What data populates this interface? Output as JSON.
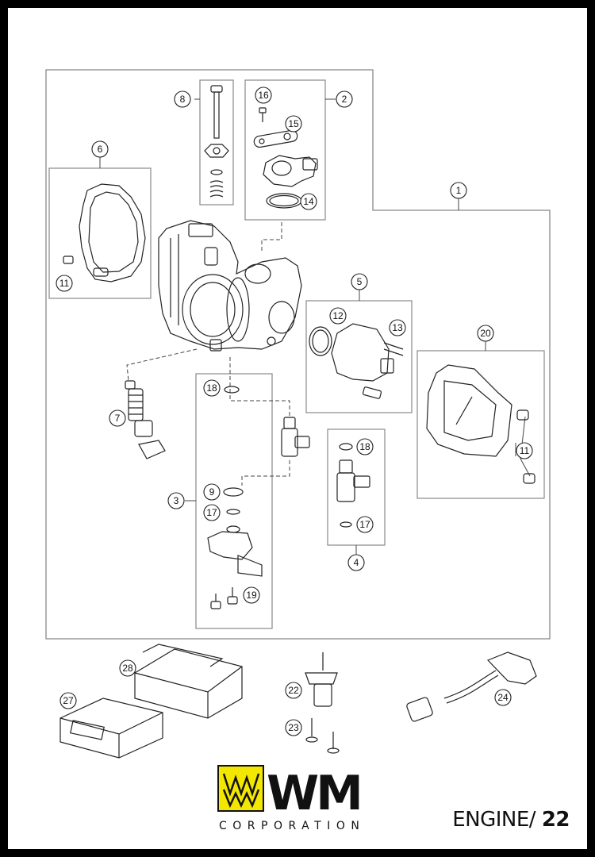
{
  "diagram": {
    "callouts": [
      {
        "id": "1",
        "label": "1"
      },
      {
        "id": "2",
        "label": "2"
      },
      {
        "id": "3",
        "label": "3"
      },
      {
        "id": "4",
        "label": "4"
      },
      {
        "id": "5",
        "label": "5"
      },
      {
        "id": "6",
        "label": "6"
      },
      {
        "id": "7",
        "label": "7"
      },
      {
        "id": "8",
        "label": "8"
      },
      {
        "id": "9",
        "label": "9"
      },
      {
        "id": "11a",
        "label": "11"
      },
      {
        "id": "11b",
        "label": "11"
      },
      {
        "id": "12",
        "label": "12"
      },
      {
        "id": "13",
        "label": "13"
      },
      {
        "id": "14",
        "label": "14"
      },
      {
        "id": "15",
        "label": "15"
      },
      {
        "id": "16",
        "label": "16"
      },
      {
        "id": "17a",
        "label": "17"
      },
      {
        "id": "17b",
        "label": "17"
      },
      {
        "id": "18a",
        "label": "18"
      },
      {
        "id": "18b",
        "label": "18"
      },
      {
        "id": "19",
        "label": "19"
      },
      {
        "id": "20",
        "label": "20"
      },
      {
        "id": "22",
        "label": "22"
      },
      {
        "id": "23",
        "label": "23"
      },
      {
        "id": "24",
        "label": "24"
      },
      {
        "id": "27",
        "label": "27"
      },
      {
        "id": "28",
        "label": "28"
      }
    ]
  },
  "brand": {
    "name": "WM",
    "sub": "CORPORATION",
    "logo_color": "#f3e600"
  },
  "footer": {
    "section": "ENGINE/",
    "page": "22"
  }
}
